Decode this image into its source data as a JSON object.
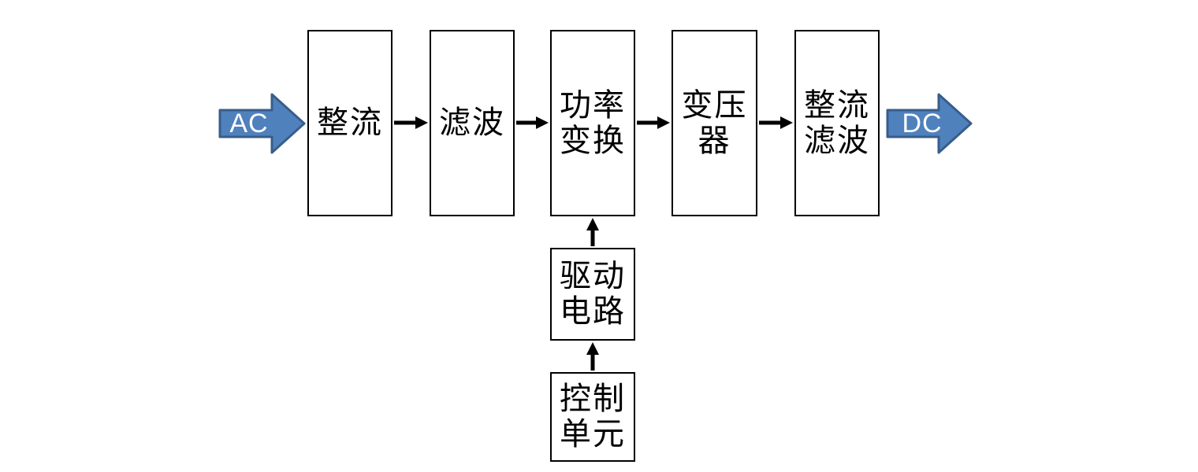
{
  "diagram": {
    "input_label": "AC",
    "output_label": "DC",
    "blocks": {
      "rectifier": "整流",
      "filter": "滤波",
      "power_conversion": "功率\n变换",
      "transformer": "变压\n器",
      "rectify_filter": "整流\n滤波",
      "drive_circuit": "驱动\n电路",
      "control_unit": "控制\n单元"
    },
    "colors": {
      "block_arrow_fill": "#4F81BD",
      "block_arrow_stroke": "#385D8A",
      "connector": "#000000",
      "box_border": "#000000",
      "label_text": "#ffffff"
    }
  }
}
